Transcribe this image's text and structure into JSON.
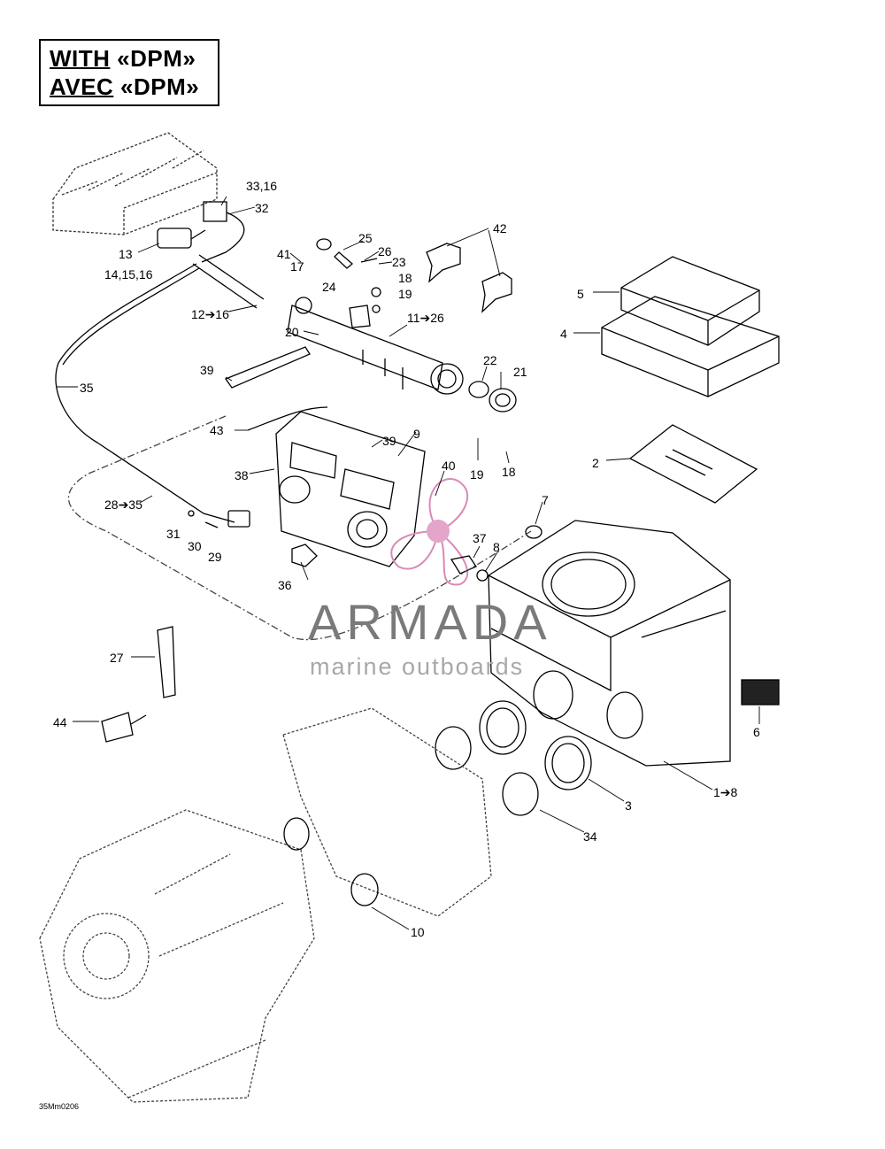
{
  "header": {
    "line1_word": "WITH",
    "line1_rest": " «DPM»",
    "line2_word": "AVEC",
    "line2_rest": " «DPM»"
  },
  "watermark": {
    "brand": "ARMADA",
    "tagline": "marine outboards",
    "accent_color": "#d98ab8"
  },
  "drawing_code": "35Mm0206",
  "labels": {
    "l33_16": "33,16",
    "l32": "32",
    "l13": "13",
    "l14_15_16": "14,15,16",
    "l41": "41",
    "l25": "25",
    "l26": "26",
    "l23": "23",
    "l17": "17",
    "l42": "42",
    "l18a": "18",
    "l19a": "19",
    "l24": "24",
    "l12_16": "12➔16",
    "l11_26": "11➔26",
    "l20": "20",
    "l5": "5",
    "l4": "4",
    "l35": "35",
    "l39a": "39",
    "l22": "22",
    "l21": "21",
    "l43": "43",
    "l9": "9",
    "l39b": "39",
    "l38": "38",
    "l40": "40",
    "l19b": "19",
    "l18b": "18",
    "l2": "2",
    "l28_35": "28➔35",
    "l7": "7",
    "l31": "31",
    "l30": "30",
    "l29": "29",
    "l37": "37",
    "l8": "8",
    "l36": "36",
    "l27": "27",
    "l6": "6",
    "l44": "44",
    "l1_8": "1➔8",
    "l3": "3",
    "l34": "34",
    "l10": "10"
  }
}
